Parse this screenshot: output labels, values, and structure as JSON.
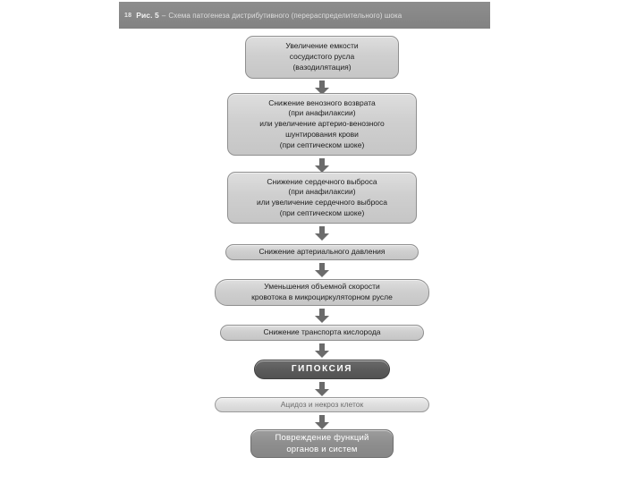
{
  "header": {
    "page_number": "18",
    "figure_label": "Рис. 5",
    "dash": "–",
    "caption": "Схема патогенеза дистрибутивного (перераспределительного) шока",
    "bar_color": "#878787",
    "text_color": "#eeeeee"
  },
  "diagram": {
    "type": "flowchart",
    "orientation": "top-to-bottom",
    "connector": "down-arrow",
    "nodes": [
      {
        "id": "n1",
        "style": "box",
        "lines": [
          "Увеличение емкости",
          "сосудистого русла",
          "(вазодилятация)"
        ],
        "fill": "#cfcfcf",
        "text_color": "#1c1c1c"
      },
      {
        "id": "n2",
        "style": "box",
        "lines": [
          "Снижение венозного возврата",
          "(при анафилаксии)",
          "или увеличение артерио-венозного",
          "шунтирования крови",
          "(при септическом шоке)"
        ],
        "fill": "#cfcfcf",
        "text_color": "#1c1c1c"
      },
      {
        "id": "n3",
        "style": "box",
        "lines": [
          "Снижение сердечного выброса",
          "(при анафилаксии)",
          "или увеличение сердечного выброса",
          "(при септическом шоке)"
        ],
        "fill": "#cfcfcf",
        "text_color": "#1c1c1c"
      },
      {
        "id": "n4",
        "style": "pill",
        "lines": [
          "Снижение артериального давления"
        ],
        "fill": "#cfcfcf",
        "text_color": "#1c1c1c"
      },
      {
        "id": "n5",
        "style": "pill",
        "lines": [
          "Уменьшения объемной скорости",
          "кровотока в микроциркуляторном русле"
        ],
        "fill": "#cfcfcf",
        "text_color": "#1c1c1c"
      },
      {
        "id": "n6",
        "style": "pill",
        "lines": [
          "Снижение транспорта кислорода"
        ],
        "fill": "#cfcfcf",
        "text_color": "#1c1c1c"
      },
      {
        "id": "n7",
        "style": "pill-dark",
        "lines": [
          "ГИПОКСИЯ"
        ],
        "fill": "#5c5c5c",
        "text_color": "#ffffff"
      },
      {
        "id": "n8",
        "style": "pill-light",
        "lines": [
          "Ацидоз и некроз клеток"
        ],
        "fill": "#e0e0e0",
        "text_color": "#6e6e6e"
      },
      {
        "id": "n9",
        "style": "box-mid",
        "lines": [
          "Повреждение функций",
          "органов и систем"
        ],
        "fill": "#8e8e8e",
        "text_color": "#ffffff"
      }
    ],
    "arrow_color": "#6b6b6b",
    "arrow_count": 8
  }
}
